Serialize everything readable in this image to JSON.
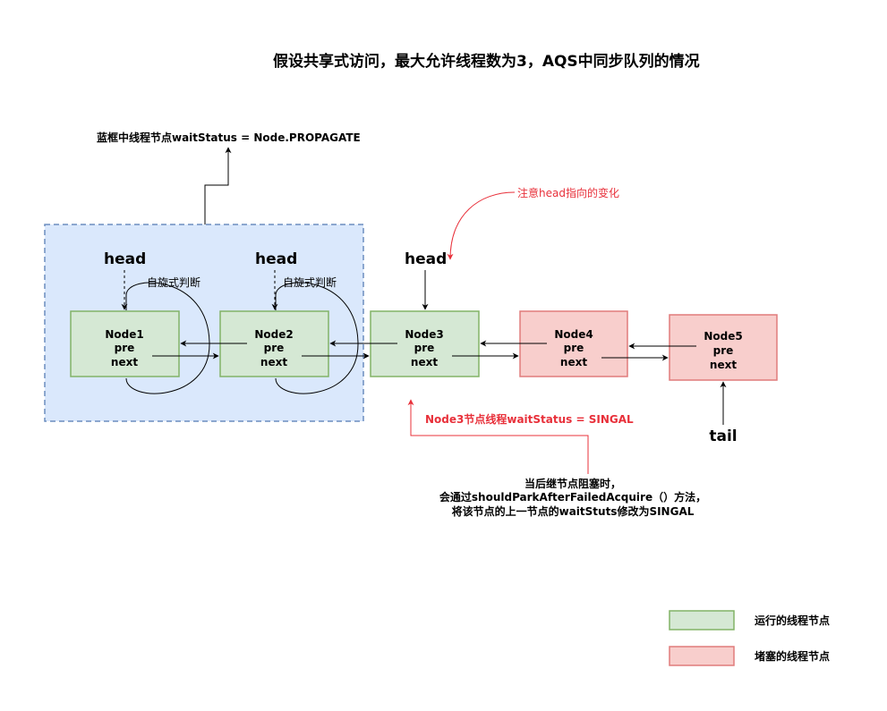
{
  "title": "假设共享式访问，最大允许线程数为3，AQS中同步队列的情况",
  "propagate_label": "蓝框中线程节点waitStatus =  Node.PROPAGATE",
  "head_change_note": "注意head指向的变化",
  "head_label": "head",
  "tail_label": "tail",
  "spin_label": "自旋式判断",
  "nodes": [
    {
      "name": "Node1",
      "pre": "pre",
      "next": "next",
      "state": "running"
    },
    {
      "name": "Node2",
      "pre": "pre",
      "next": "next",
      "state": "running"
    },
    {
      "name": "Node3",
      "pre": "pre",
      "next": "next",
      "state": "running"
    },
    {
      "name": "Node4",
      "pre": "pre",
      "next": "next",
      "state": "blocked"
    },
    {
      "name": "Node5",
      "pre": "pre",
      "next": "next",
      "state": "blocked"
    }
  ],
  "node3_status": "Node3节点线程waitStatus = SINGAL",
  "explanation": [
    "当后继节点阻塞时，",
    "会通过shouldParkAfterFailedAcquire（）方法，",
    "将该节点的上一节点的waitStuts修改为SINGAL"
  ],
  "legend": {
    "running": "运行的线程节点",
    "blocked": "堵塞的线程节点"
  },
  "colors": {
    "running_fill": "#d5e8d4",
    "running_stroke": "#82b366",
    "blocked_fill": "#f8cecc",
    "blocked_stroke": "#e07b7b",
    "group_fill": "#dae8fc",
    "group_stroke": "#6c8ebf",
    "accent_red": "#e8303a"
  }
}
